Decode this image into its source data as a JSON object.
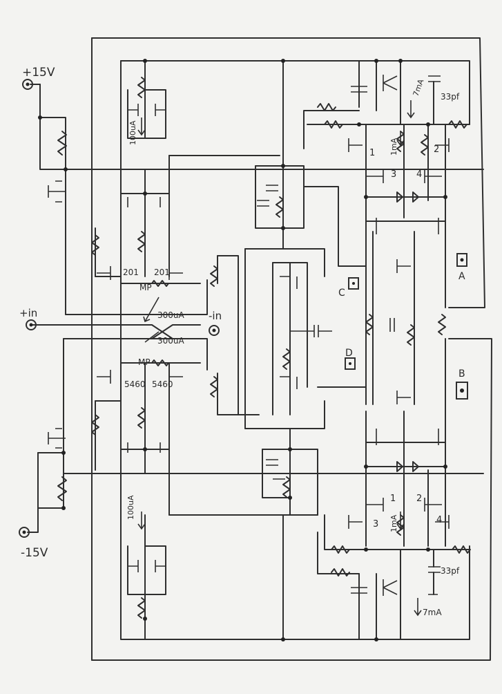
{
  "labels": {
    "vpos": "+15V",
    "vneg": "-15V",
    "inp": "+in",
    "inn": "-in",
    "i100_top": "100uA",
    "i100_bot": "100uA",
    "i300_a": "300uA",
    "i300_b": "300uA",
    "i1_top": "1mA",
    "i1_bot": "1mA",
    "i7_top": "7mA",
    "i7_bot": "7mA",
    "c33_top": "33pf",
    "c33_bot": "33pf",
    "mp_top": "MP",
    "mp_bot": "MP",
    "t201_a": "201",
    "t201_b": "201",
    "t5460_a": "5460",
    "t5460_b": "5460",
    "node_a": "A",
    "node_b": "B",
    "node_c": "C",
    "node_d": "D",
    "q1_top": "1",
    "q2_top": "2",
    "q3_top": "3",
    "q4_top": "4",
    "q1_bot": "1",
    "q2_bot": "2",
    "q3_bot": "3",
    "q4_bot": "4"
  }
}
